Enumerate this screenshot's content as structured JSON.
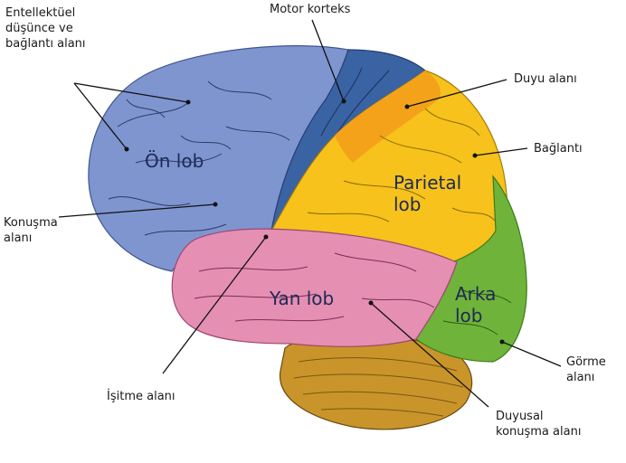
{
  "lobes": {
    "on_lob": "Ön lob",
    "parietal_line1": "Parietal",
    "parietal_line2": "lob",
    "yan_lob": "Yan lob",
    "arka_line1": "Arka",
    "arka_line2": "lob"
  },
  "labels": {
    "entellektuel_line1": "Entellektüel",
    "entellektuel_line2": "düşünce ve",
    "entellektuel_line3": "bağlantı alanı",
    "motor_korteks": "Motor korteks",
    "duyu_alani": "Duyu alanı",
    "baglanti": "Bağlantı",
    "konusma_line1": "Konuşma",
    "konusma_line2": "alanı",
    "isitme_alani": "İşitme alanı",
    "gorme_line1": "Görme",
    "gorme_line2": "alanı",
    "duyusal_line1": "Duyusal",
    "duyusal_line2": "konuşma alanı"
  },
  "colors": {
    "frontal": "#7f95cf",
    "motor": "#3a63a3",
    "parietal": "#f6c21b",
    "sensory": "#f3a21a",
    "temporal": "#e58fb3",
    "occipital": "#6fb33a",
    "cerebellum": "#c9952a",
    "fold_line": "#2b3a66"
  }
}
